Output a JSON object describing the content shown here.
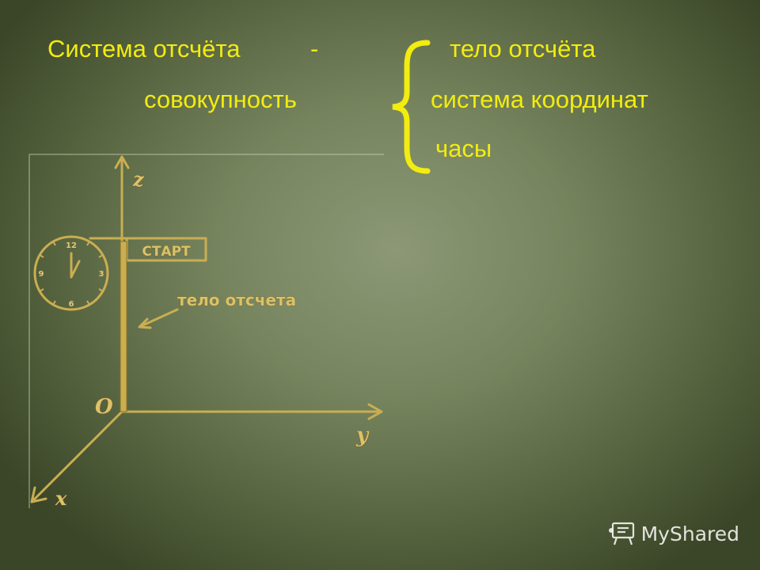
{
  "definition": {
    "term": "Система отсчёта",
    "dash": "-",
    "word": "совокупность",
    "items": [
      "тело отсчёта",
      "система координат",
      "часы"
    ]
  },
  "diagram": {
    "axes": {
      "z": "z",
      "y": "y",
      "x": "x",
      "origin": "O"
    },
    "start_sign": "СТАРТ",
    "body_label": "тело отсчета",
    "clock_numbers": [
      "12",
      "3",
      "6",
      "9"
    ]
  },
  "watermark": {
    "text": "MyShared"
  },
  "colors": {
    "text": "#f2ec10",
    "diagram": "#d8c26b"
  }
}
